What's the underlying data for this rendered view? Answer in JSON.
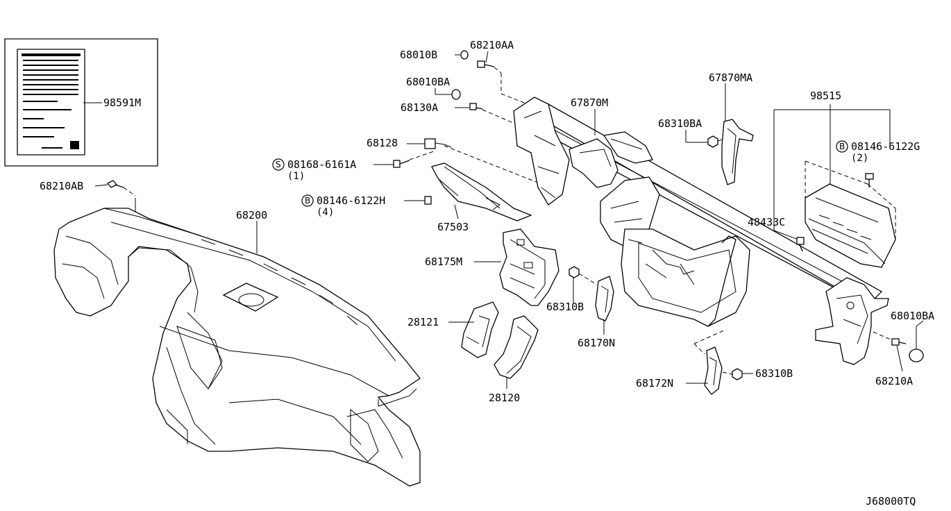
{
  "diagram_code": "J68000TQ",
  "labels": {
    "p98591M": "98591M",
    "p68210AB": "68210AB",
    "p68200": "68200",
    "p68010B": "68010B",
    "p68210AA": "68210AA",
    "p68010BA_top": "68010BA",
    "p68130A": "68130A",
    "p68128": "68128",
    "p08168": "08168-6161A",
    "p08168_qty": "(1)",
    "p08146_4": "08146-6122H",
    "p08146_4_qty": "(4)",
    "p67503": "67503",
    "p67870M": "67870M",
    "p67870MA": "67870MA",
    "p68310BA": "68310BA",
    "p98515": "98515",
    "p08146_2": "08146-6122G",
    "p08146_2_qty": "(2)",
    "p48433C": "48433C",
    "p68175M": "68175M",
    "p68310B_mid": "68310B",
    "p28121": "28121",
    "p68170N": "68170N",
    "p28120": "28120",
    "p68010BA_right": "68010BA",
    "p68210A": "68210A",
    "p68172N": "68172N",
    "p68310B_low": "68310B"
  },
  "markers": {
    "s_mark": "S",
    "b_mark": "B"
  }
}
